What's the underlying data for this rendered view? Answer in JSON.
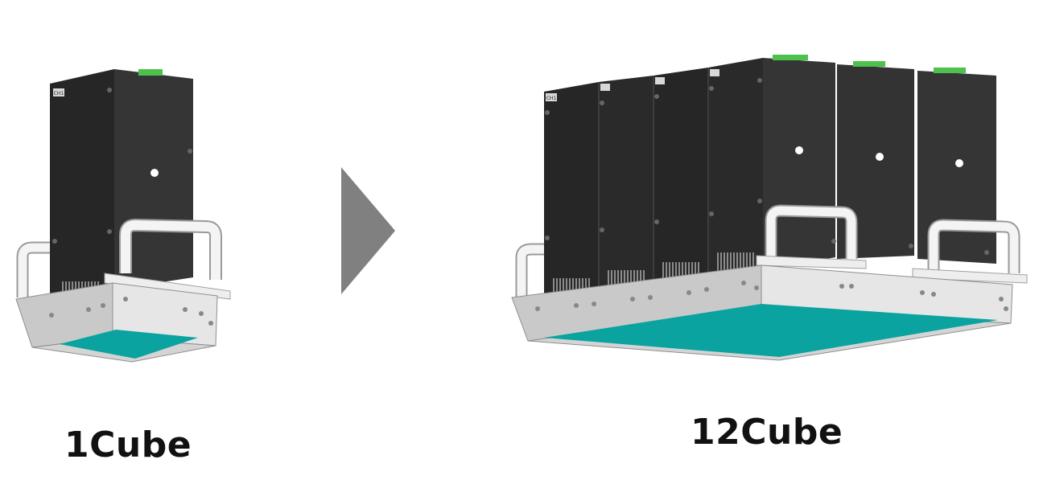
{
  "diagram": {
    "left_unit": {
      "caption": "1Cube",
      "channel_tag": "CH1"
    },
    "right_unit": {
      "caption": "12Cube",
      "channel_tag": "CH1"
    },
    "arrow_icon": "right-triangle-arrow"
  },
  "colors": {
    "housing_dark": "#2b2b2b",
    "housing_mid": "#3a3a3a",
    "base_metal": "#dcdcdc",
    "base_shadow": "#b8b8b8",
    "emitter": "#0aa39f",
    "arrow": "#808080",
    "connector": "#4cc24c",
    "pipe": "#f4f4f4"
  }
}
